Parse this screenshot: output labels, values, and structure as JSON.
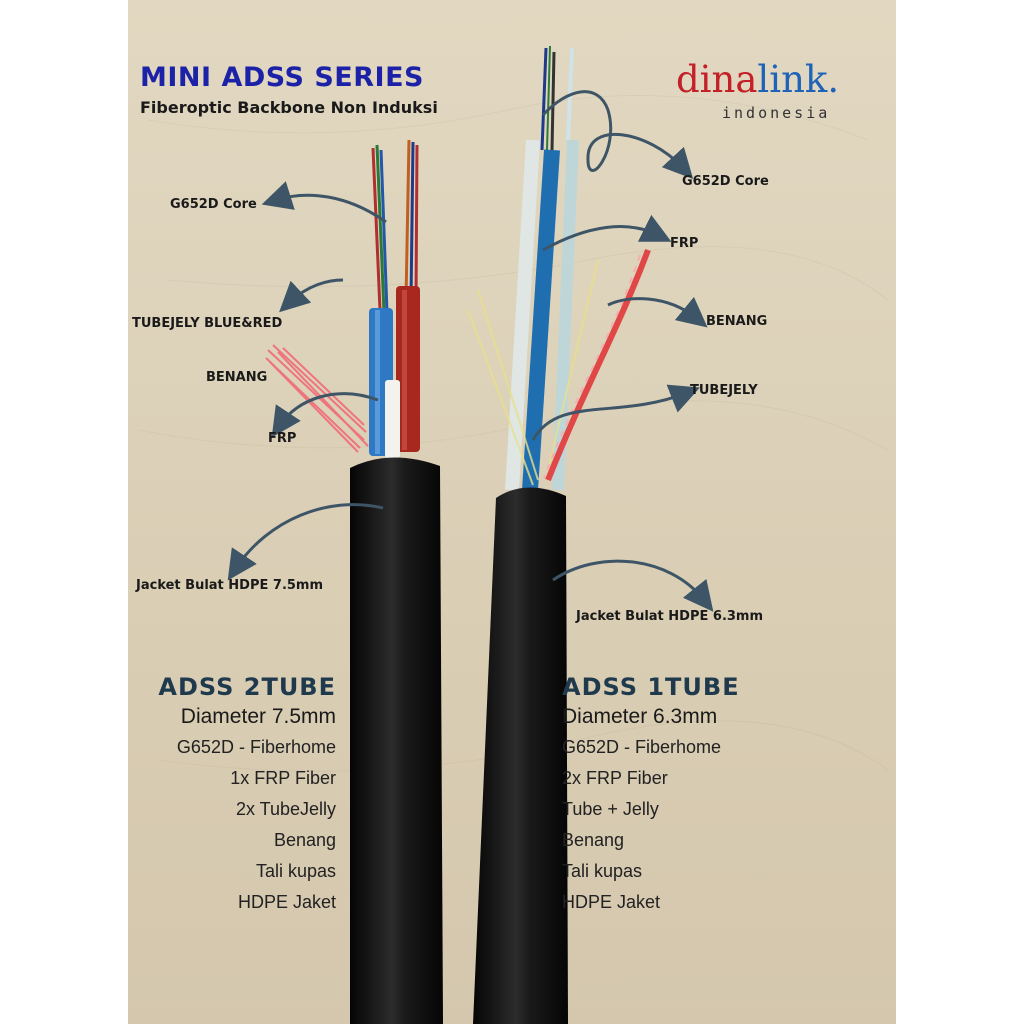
{
  "header": {
    "title": "MINI ADSS SERIES",
    "subtitle": "Fiberoptic Backbone Non Induksi"
  },
  "brand": {
    "part1": "dina",
    "part2": "link.",
    "sub": "indonesia"
  },
  "left_callouts": {
    "core": "G652D Core",
    "tube": "TUBEJELY BLUE&RED",
    "benang": "BENANG",
    "frp": "FRP",
    "jacket": "Jacket Bulat HDPE 7.5mm"
  },
  "right_callouts": {
    "core": "G652D Core",
    "frp": "FRP",
    "benang": "BENANG",
    "tube": "TUBEJELY",
    "jacket": "Jacket Bulat HDPE 6.3mm"
  },
  "left_spec": {
    "title": "ADSS 2TUBE",
    "diameter": "Diameter 7.5mm",
    "items": [
      "G652D - Fiberhome",
      "1x FRP Fiber",
      "2x TubeJelly",
      "Benang",
      "Tali kupas",
      "HDPE Jaket"
    ]
  },
  "right_spec": {
    "title": "ADSS 1TUBE",
    "diameter": "Diameter 6.3mm",
    "items": [
      "G652D - Fiberhome",
      "2x FRP Fiber",
      "Tube + Jelly",
      "Benang",
      "Tali kupas",
      "HDPE Jaket"
    ]
  },
  "colors": {
    "title_blue": "#1c22a8",
    "brand_red": "#c42027",
    "brand_blue": "#1e63b8",
    "spec_title": "#1f3a4d",
    "arrow": "#3d5566",
    "cable_jacket": "#141414"
  }
}
